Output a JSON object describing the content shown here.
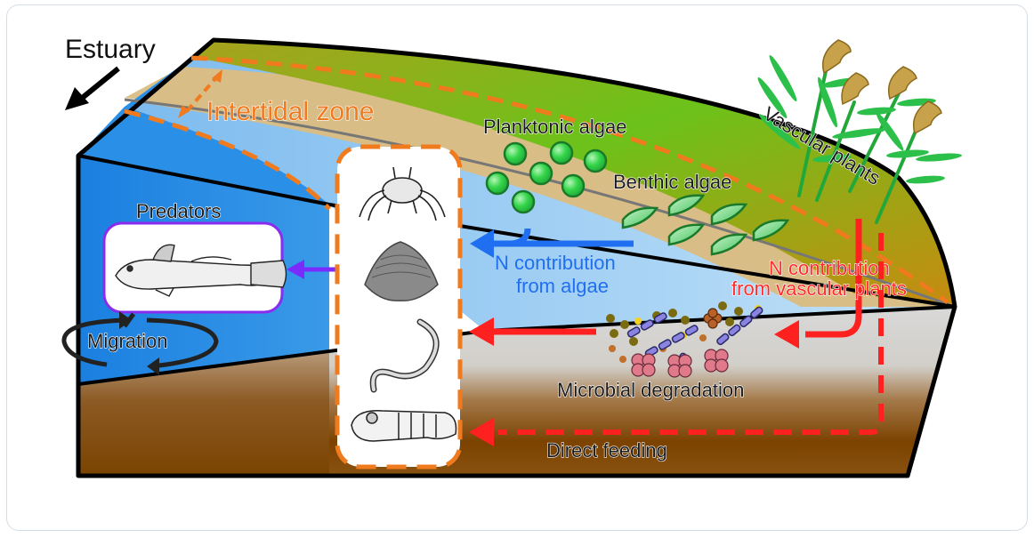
{
  "diagram": {
    "labels": {
      "estuary": "Estuary",
      "intertidal_zone": "Intertidal zone",
      "planktonic_algae": "Planktonic algae",
      "benthic_algae": "Benthic algae",
      "vascular_plants": "Vascular plants",
      "predators": "Predators",
      "migration": "Migration",
      "n_from_algae_line1": "N contribution",
      "n_from_algae_line2": "from algae",
      "n_from_vascular_line1": "N contribution",
      "n_from_vascular_line2": "from vascular plants",
      "microbial_degradation": "Microbial degradation",
      "direct_feeding": "Direct feeding"
    },
    "organisms": {
      "predator": "fish-goby",
      "consumers": [
        "crab",
        "clam-shell",
        "polychaete-worm",
        "mud-shrimp"
      ]
    },
    "colors": {
      "intertidal_outline": "#f07a1e",
      "algae_flow": "#1f6ff0",
      "vascular_flow": "#ff2020",
      "predator_flow": "#7a2cff",
      "predator_box_border": "#8a2cf0",
      "water_deep": "#1e88e5",
      "water_shallow": "#8fc8f0",
      "sand": "#dcc08a",
      "marsh": "#6cbf1a",
      "sediment": "#7b4200",
      "algae_green": "#2dd64a"
    }
  }
}
